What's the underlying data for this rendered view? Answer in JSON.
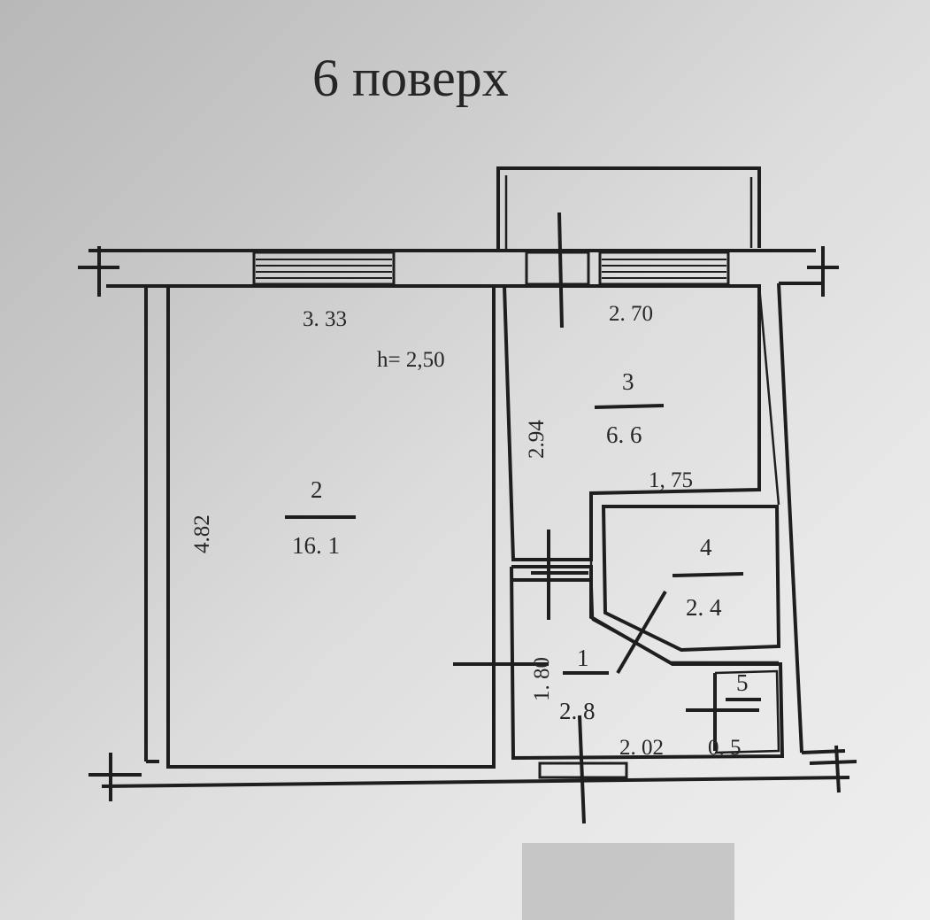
{
  "floor_title": "6 поверх",
  "ceiling_height": "h= 2,50",
  "rooms": [
    {
      "number": "2",
      "area": "16. 1"
    },
    {
      "number": "3",
      "area": "6. 6"
    },
    {
      "number": "4",
      "area": "2. 4"
    },
    {
      "number": "1",
      "area": "2. 8"
    },
    {
      "number": "5",
      "area": "0. 5"
    }
  ],
  "dimensions": [
    {
      "value": "3. 33"
    },
    {
      "value": "4.82"
    },
    {
      "value": "2. 70"
    },
    {
      "value": "2.94"
    },
    {
      "value": "1, 75"
    },
    {
      "value": "1. 80"
    },
    {
      "value": "2. 02"
    }
  ]
}
